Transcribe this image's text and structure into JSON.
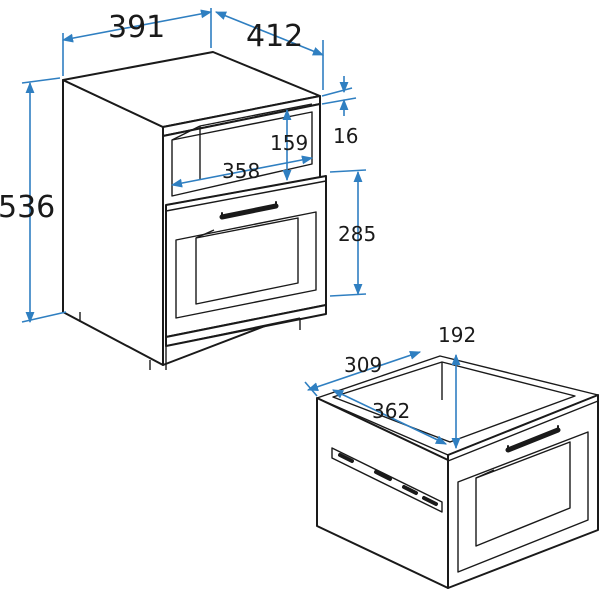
{
  "dimensions": {
    "width": "391",
    "depth": "412",
    "height": "536",
    "top_thickness": "16",
    "niche_height": "159",
    "niche_width": "358",
    "drawer_height": "285",
    "drawer_width": "309",
    "drawer_depth": "362",
    "drawer_inner_height": "192"
  },
  "colors": {
    "line": "#1a1a1a",
    "dimension": "#2f7fc1"
  }
}
